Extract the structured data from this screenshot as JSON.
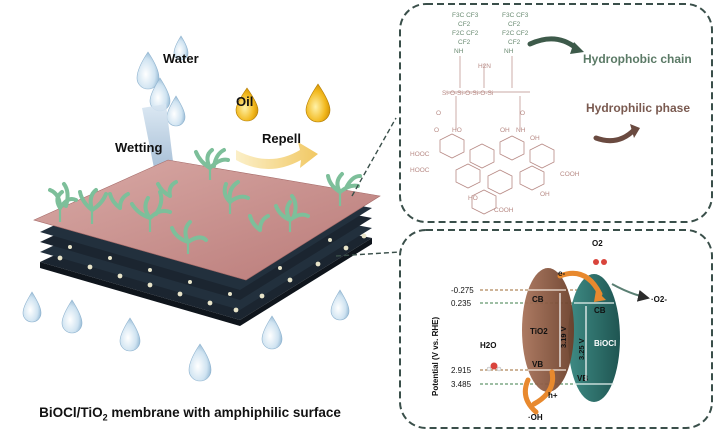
{
  "left_panel": {
    "water_label": "Water",
    "oil_label": "Oil",
    "wetting_label": "Wetting",
    "repell_label": "Repell",
    "caption_prefix": "BiOCl/TiO",
    "caption_sub": "2",
    "caption_suffix": " membrane with amphiphilic surface"
  },
  "top_right_panel": {
    "hydrophobic_label": "Hydrophobic chain",
    "hydrophilic_label": "Hydrophilic phase",
    "chem_labels": [
      "F3C",
      "CF2",
      "CF3",
      "NH",
      "O",
      "H2N",
      "Si",
      "HO",
      "OH",
      "HOOC",
      "COOH"
    ]
  },
  "bottom_right_panel": {
    "y_axis_label": "Potential (V vs. RHE)",
    "ticks": [
      "-0.275",
      "0.235",
      "2.915",
      "3.485"
    ],
    "tio2_label": "TiO2",
    "tio2_gap": "3.19 V",
    "biocl_label": "BiOCl",
    "biocl_gap": "3.25 V",
    "cb_label": "CB",
    "vb_label": "VB",
    "o2_label": "O2",
    "superoxide_label": "·O2-",
    "h2o_label": "H2O",
    "oh_label": "·OH",
    "electron_label": "e-",
    "hole_label": "h+"
  },
  "colors": {
    "dash_border": "#3a4f4a",
    "green_chain": "#7dbf9a",
    "membrane_top": "#c98f8f",
    "layer_dark": "#1f2a36",
    "hydrophobic_text": "#5b7a66",
    "hydrophilic_text": "#7a5a50",
    "tio2_fill": "#8a5a3c",
    "biocl_fill": "#2e6e6a",
    "orange_arrow": "#e8892e"
  }
}
